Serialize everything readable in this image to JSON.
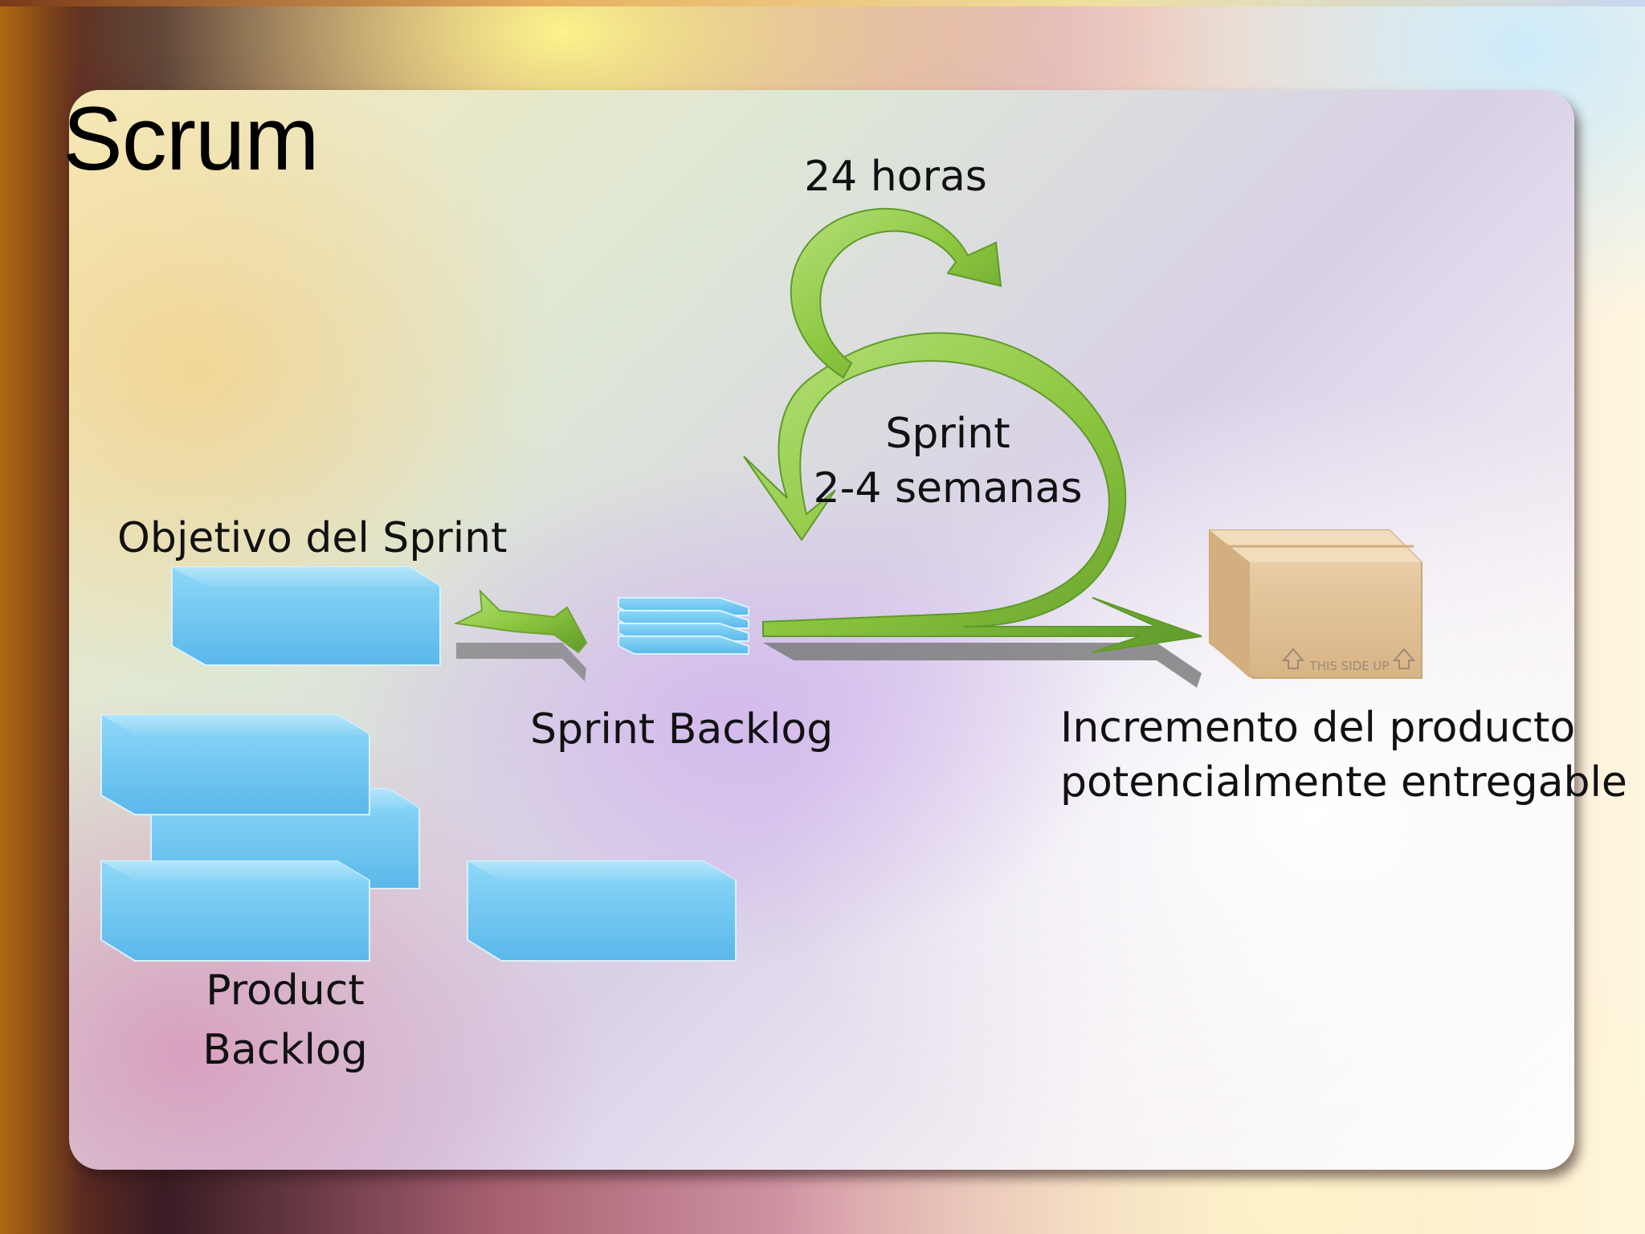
{
  "slide": {
    "title": "Scrum"
  },
  "labels": {
    "daily_cycle": "24 horas",
    "sprint_line1": "Sprint",
    "sprint_line2": "2-4 semanas",
    "sprint_goal": "Objetivo del Sprint",
    "sprint_backlog": "Sprint Backlog",
    "increment_line1": "Incremento del producto",
    "increment_line2": "potencialmente entregable",
    "product_backlog_line1": "Product",
    "product_backlog_line2": "Backlog",
    "box_stamp": "THIS SIDE UP"
  },
  "colors": {
    "arrow_green": "#8cc63f",
    "block_blue": "#74c7ef",
    "box_tan": "#e2c29a"
  }
}
